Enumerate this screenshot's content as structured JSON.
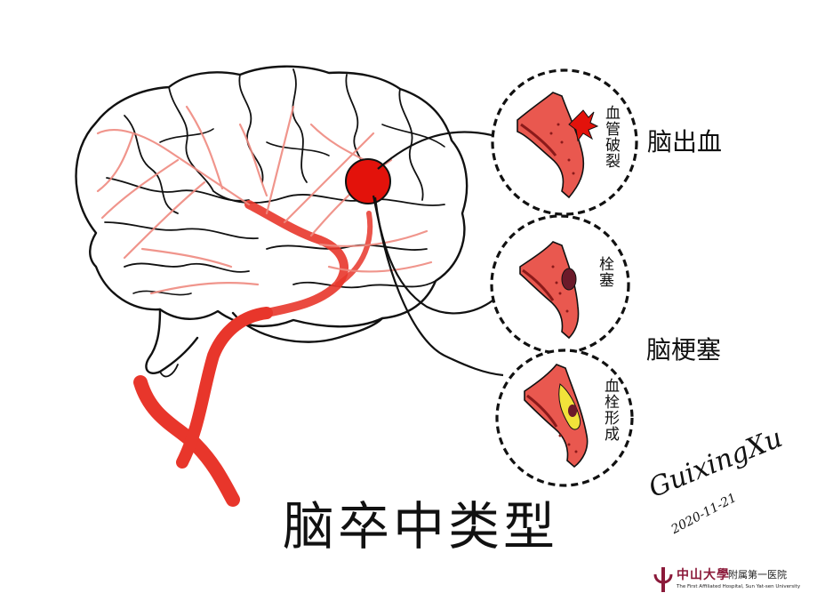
{
  "title": "脑卒中类型",
  "types": {
    "hemorrhagic": "脑出血",
    "ischemic": "脑梗塞"
  },
  "insets": [
    {
      "label": "血管破裂"
    },
    {
      "label": "栓塞"
    },
    {
      "label": "血栓形成"
    }
  ],
  "signature": {
    "name": "GuixingXu",
    "date": "2020-11-21"
  },
  "logo": {
    "name": "中山大學",
    "dept": "附属第一医院",
    "en": "The First Affiliated Hospital, Sun Yat-sen University"
  },
  "colors": {
    "artery": "#e8362b",
    "artery_light": "#ef8a80",
    "lesion": "#e3120b",
    "vessel_fill": "#e9584f",
    "vessel_dark": "#8b1a1a",
    "clot_yellow": "#f2e23a",
    "brand": "#8b1a3a"
  }
}
